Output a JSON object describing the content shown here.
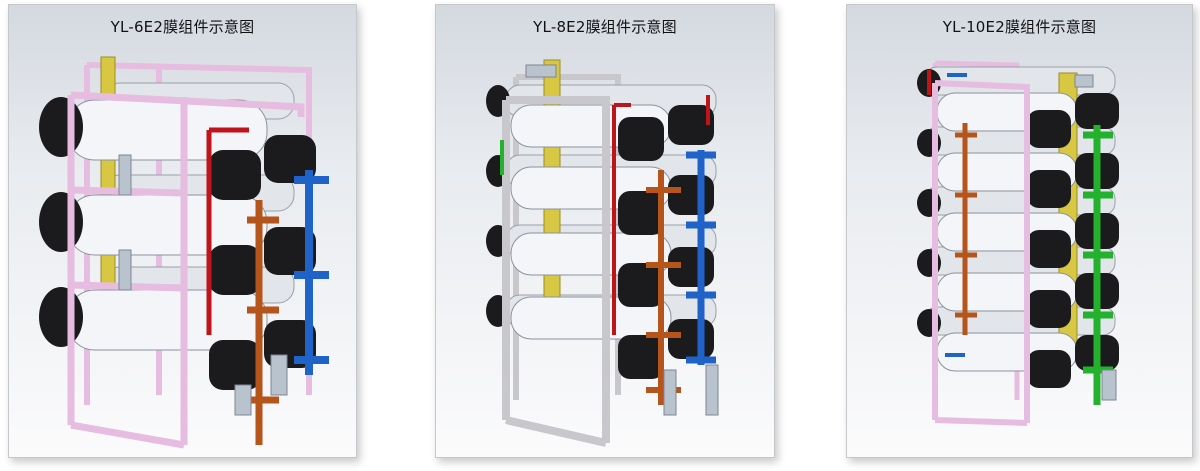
{
  "panels": [
    {
      "title": "YL-6E2膜组件示意图"
    },
    {
      "title": "YL-8E2膜组件示意图"
    },
    {
      "title": "YL-10E2膜组件示意图"
    }
  ],
  "colors": {
    "frame_pink": "#e6bce0",
    "frame_gray": "#c8c8cc",
    "vessel_white": "#f4f5f8",
    "endcap_black": "#1b1b1e",
    "pipe_blue": "#1f63c9",
    "pipe_red": "#c0141b",
    "pipe_orange": "#b5541b",
    "pipe_yellow": "#d8c743",
    "pipe_green": "#23b12e",
    "pipe_silver": "#b9c3ce"
  }
}
